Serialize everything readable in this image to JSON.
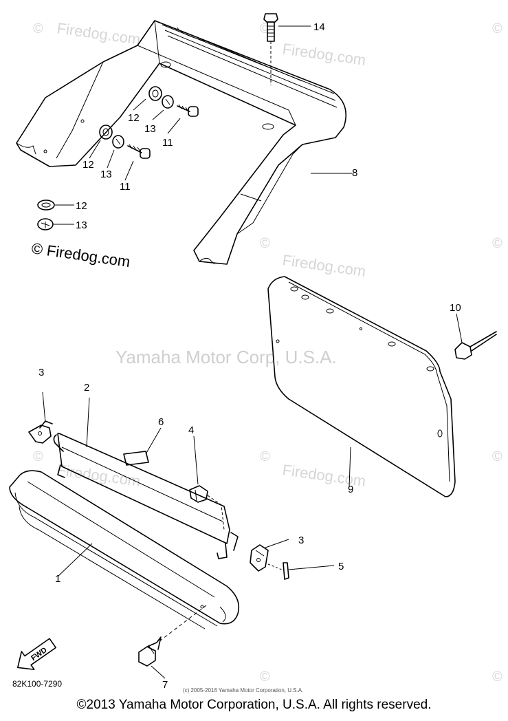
{
  "watermarks": {
    "site_text": "Firedog.com",
    "site_text_main": "© Firedog.com",
    "copyright_symbol": "©",
    "center_text": "Yamaha Motor Corp, U.S.A."
  },
  "callouts": {
    "c1": "1",
    "c2": "2",
    "c3a": "3",
    "c3b": "3",
    "c4": "4",
    "c5": "5",
    "c6": "6",
    "c7": "7",
    "c8": "8",
    "c9": "9",
    "c10": "10",
    "c11a": "11",
    "c11b": "11",
    "c12a": "12",
    "c12b": "12",
    "c12c": "12",
    "c13a": "13",
    "c13b": "13",
    "c13c": "13",
    "c14": "14"
  },
  "fwd_label": "FWD",
  "diagram_code": "82K100-7290",
  "fine_print": "(c) 2005-2016 Yamaha Motor Corporation, U.S.A.",
  "footer": "©2013 Yamaha Motor Corporation, U.S.A. All rights reserved.",
  "colors": {
    "line": "#000000",
    "watermark": "#d6d6d6",
    "background": "#ffffff"
  }
}
